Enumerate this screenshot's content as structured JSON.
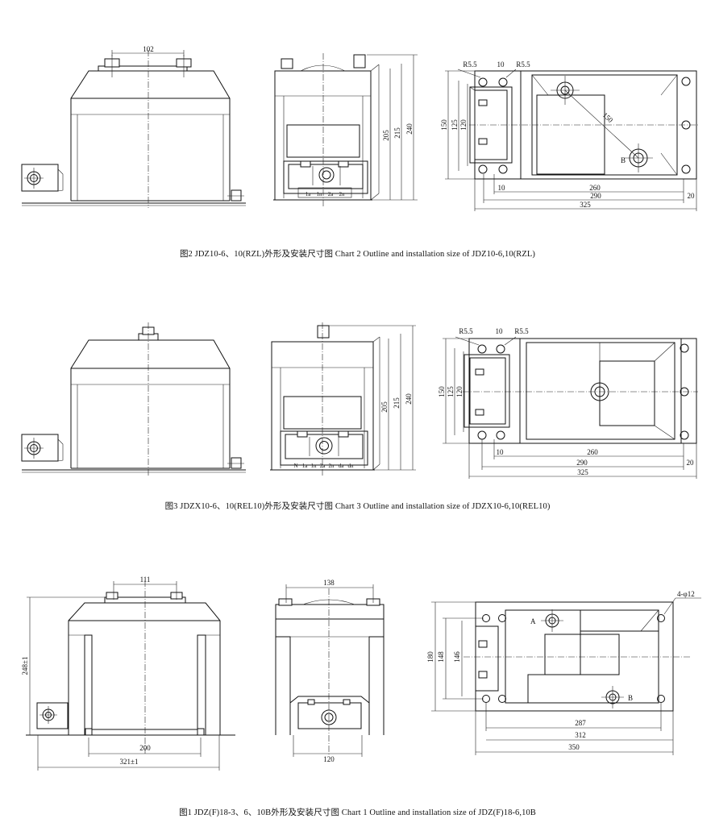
{
  "figures": [
    {
      "id": "fig2",
      "caption": "图2  JDZ10-6、10(RZL)外形及安装尺寸图   Chart 2 Outline and installation size of JDZ10-6,10(RZL)",
      "front": {
        "dim_top": "102"
      },
      "side": {
        "dims": [
          "205",
          "215",
          "240"
        ],
        "terminals": [
          "1a",
          "1n",
          "2a",
          "2n"
        ]
      },
      "plan": {
        "radius_left": "R5.5",
        "gap": "10",
        "radius_right": "R5.5",
        "heights": [
          "150",
          "125",
          "120"
        ],
        "diagonal": "150",
        "point_b": "B",
        "bottom": [
          "10",
          "260",
          "290",
          "20",
          "325"
        ]
      }
    },
    {
      "id": "fig3",
      "caption": "图3  JDZX10-6、10(REL10)外形及安装尺寸图   Chart 3 Outline and installation size of JDZX10-6,10(REL10)",
      "side": {
        "dims": [
          "205",
          "215",
          "240"
        ],
        "terminals": [
          "N",
          "1a",
          "1n",
          "2a",
          "2n",
          "da",
          "dn"
        ]
      },
      "plan": {
        "radius_left": "R5.5",
        "gap": "10",
        "radius_right": "R5.5",
        "heights": [
          "150",
          "125",
          "120"
        ],
        "bottom": [
          "10",
          "260",
          "290",
          "20",
          "325"
        ]
      }
    },
    {
      "id": "fig1",
      "caption": "图1  JDZ(F)18-3、6、10B外形及安装尺寸图   Chart 1 Outline and installation size of JDZ(F)18-6,10B",
      "front": {
        "dim_top": "111",
        "height": "248±1",
        "base_inner": "200",
        "base_outer": "321±1"
      },
      "side": {
        "dim_top": "138",
        "dim_bottom": "120"
      },
      "plan": {
        "holes": "4-φ12",
        "point_a": "A",
        "point_b": "B",
        "heights": [
          "180",
          "148",
          "146"
        ],
        "bottom": [
          "287",
          "312",
          "350"
        ]
      }
    }
  ]
}
